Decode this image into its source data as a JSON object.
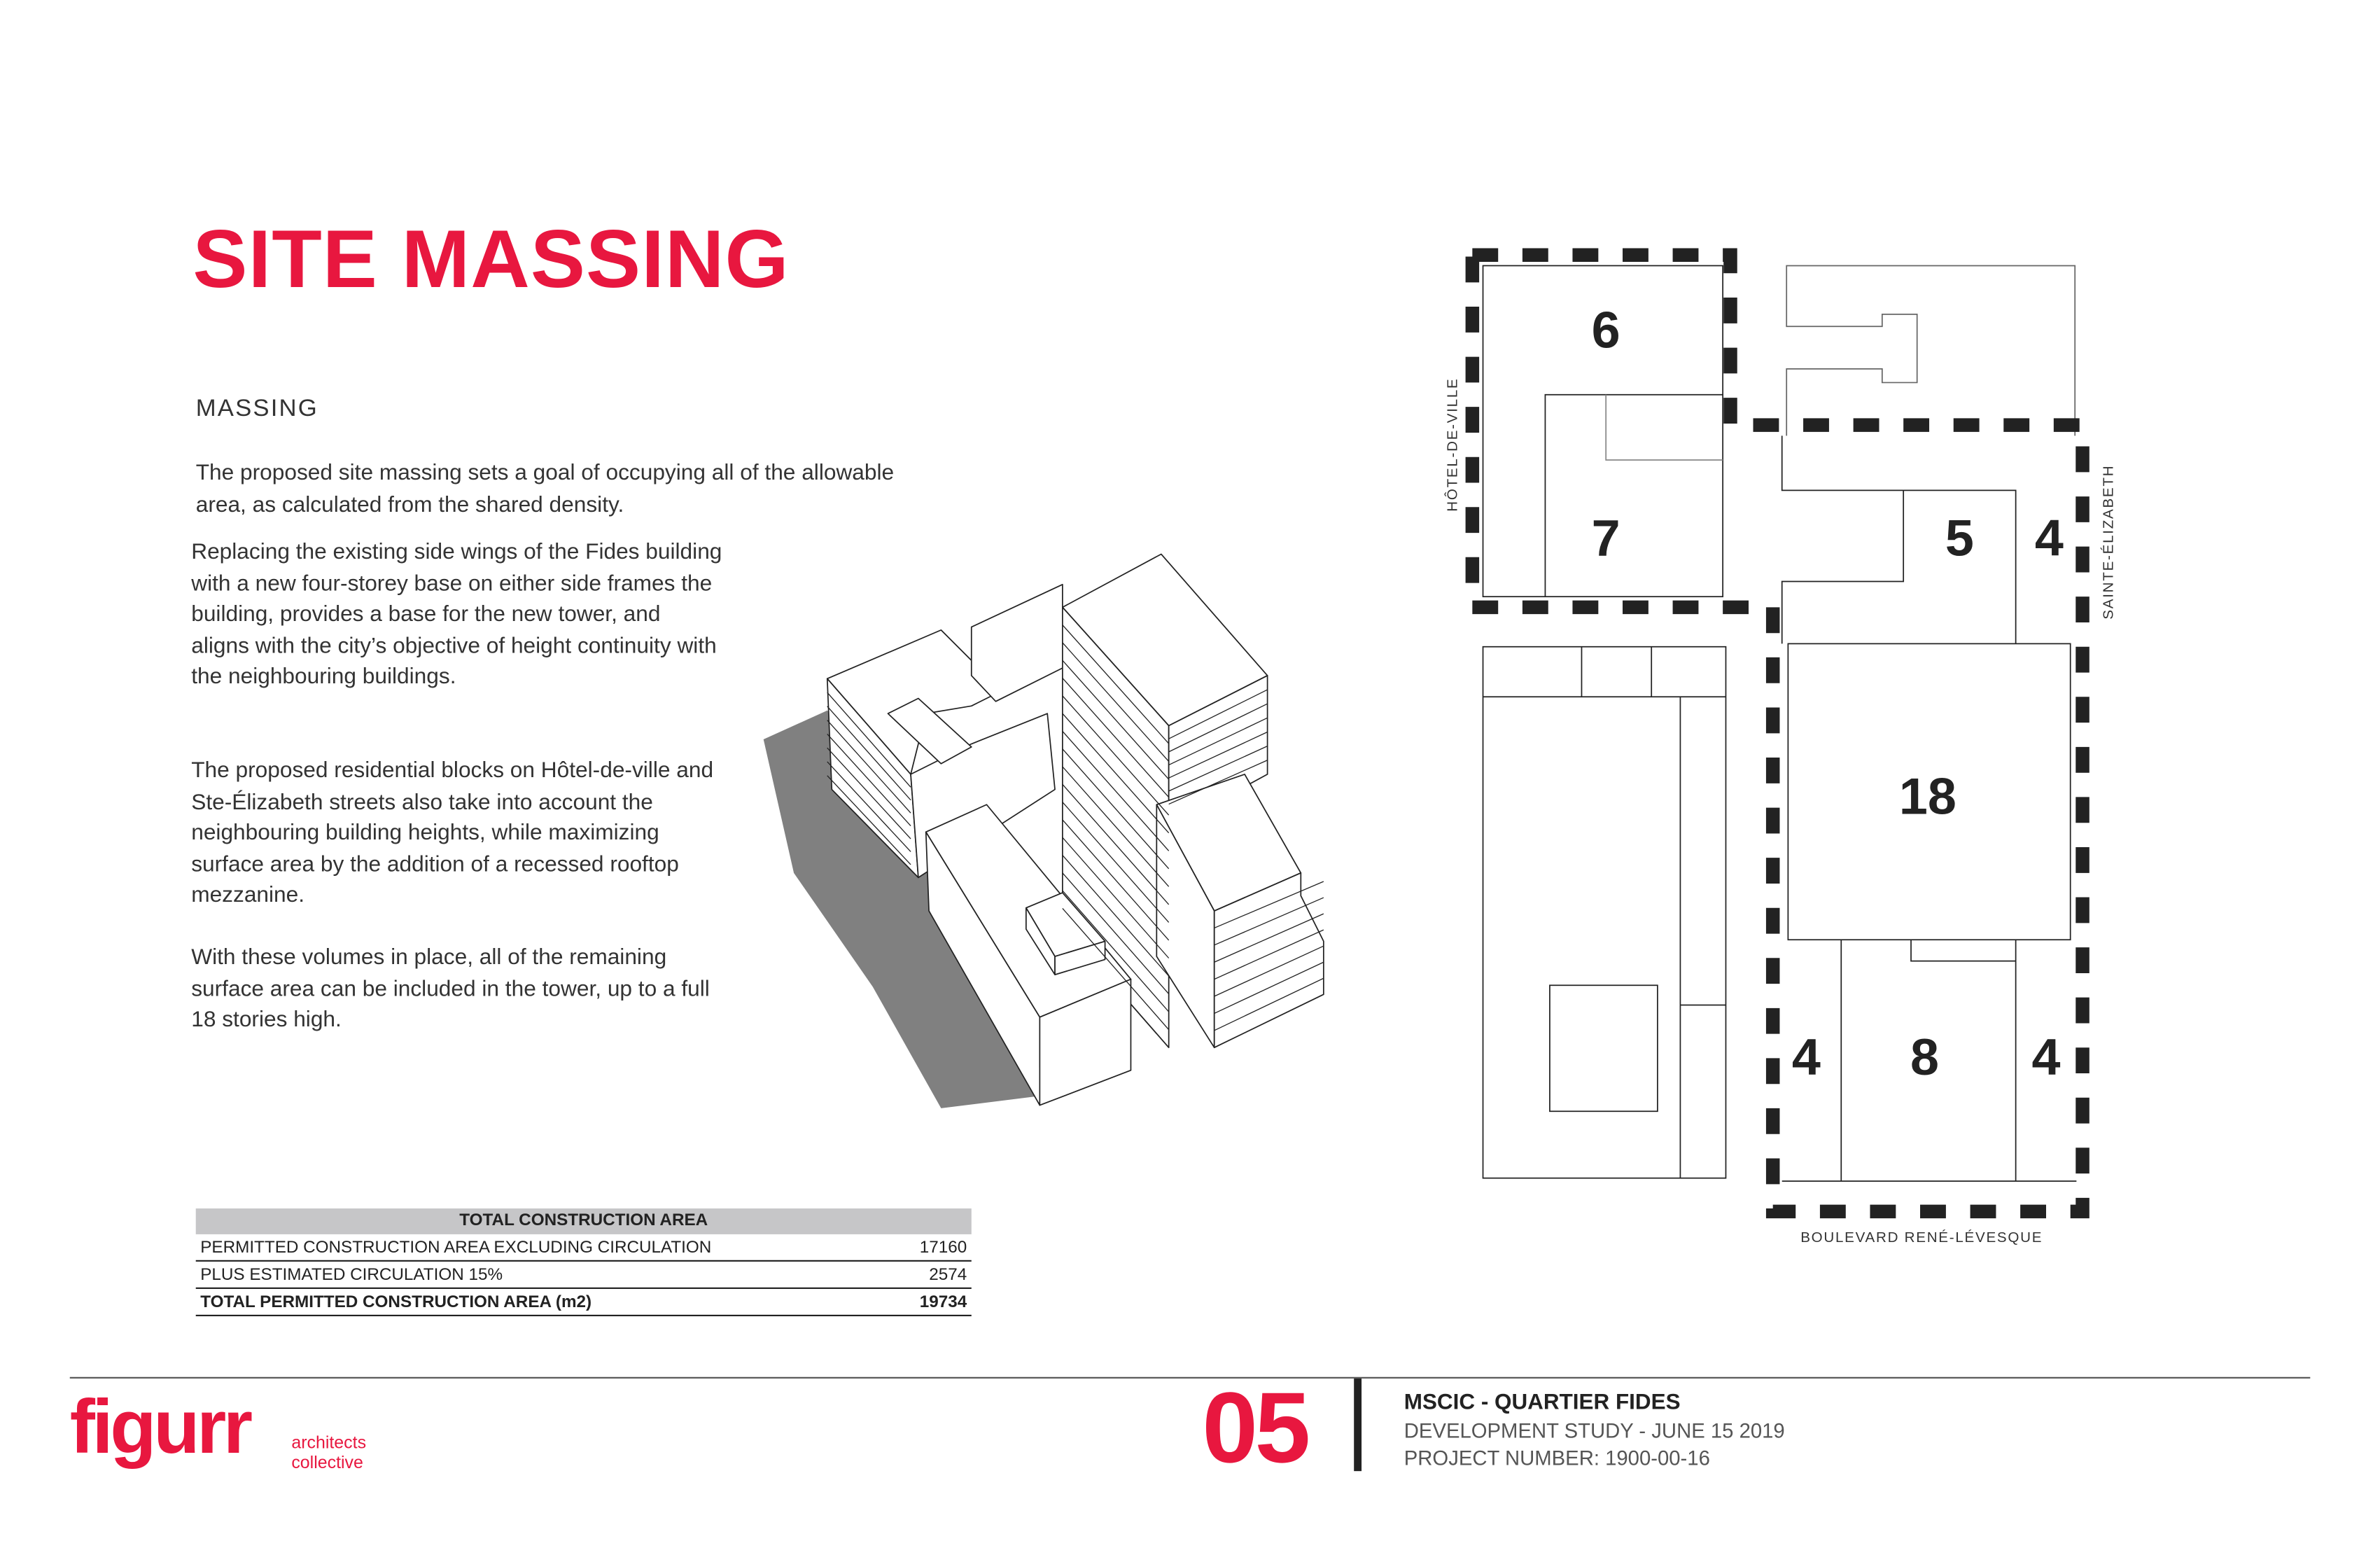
{
  "title": "SITE MASSING",
  "subheading": "MASSING",
  "intro": "The proposed site massing sets a goal of occupying all of the allowable area, as calculated from the shared density.",
  "paragraphs": [
    "Replacing the existing side wings of the Fides building with a new four-storey base on either side frames the building, provides a base for the new tower, and aligns with the city’s objective of height continuity with the neighbouring buildings.",
    "The proposed residential blocks on Hôtel-de-ville and Ste-Élizabeth streets also take into account the neighbouring building heights, while maximizing surface area by the addition of a recessed rooftop mezzanine.",
    "With these volumes in place, all of the remaining surface area can be included in the tower, up to a full 18 stories high."
  ],
  "table": {
    "header": "TOTAL CONSTRUCTION AREA",
    "rows": [
      {
        "label": "PERMITTED CONSTRUCTION AREA EXCLUDING CIRCULATION",
        "value": "17160"
      },
      {
        "label": "PLUS ESTIMATED CIRCULATION 15%",
        "value": "2574"
      },
      {
        "label": "TOTAL PERMITTED CONSTRUCTION AREA (m2)",
        "value": "19734"
      }
    ]
  },
  "plan": {
    "storeys": [
      "6",
      "7",
      "5",
      "4",
      "18",
      "4",
      "8",
      "4"
    ],
    "streets": {
      "west": "HÔTEL-DE-VILLE",
      "east": "SAINTE-ÉLIZABETH",
      "south": "BOULEVARD RENÉ-LÉVESQUE"
    }
  },
  "footer": {
    "logo": "figurr",
    "logo_sub1": "architects",
    "logo_sub2": "collective",
    "page_number": "05",
    "project": "MSCIC - QUARTIER FIDES",
    "study": "DEVELOPMENT STUDY - JUNE 15 2019",
    "project_number": "PROJECT NUMBER: 1900-00-16"
  },
  "colors": {
    "accent": "#e8173f",
    "text": "#222222",
    "table_header": "#c6c6c8"
  }
}
